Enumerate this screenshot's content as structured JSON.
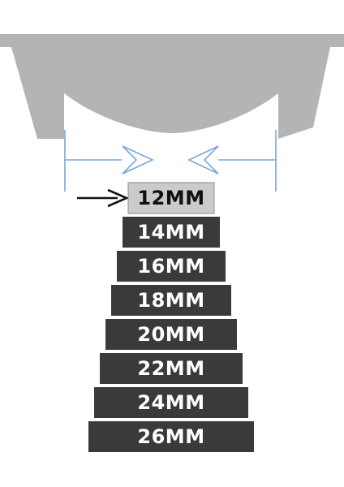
{
  "sizes": [
    {
      "label": "12MM",
      "selected": true
    },
    {
      "label": "14MM",
      "selected": false
    },
    {
      "label": "16MM",
      "selected": false
    },
    {
      "label": "18MM",
      "selected": false
    },
    {
      "label": "20MM",
      "selected": false
    },
    {
      "label": "22MM",
      "selected": false
    },
    {
      "label": "24MM",
      "selected": false
    },
    {
      "label": "26MM",
      "selected": false
    }
  ],
  "colors": {
    "watch_case": "#b4b4b4",
    "bar_dark": "#3a3a3c",
    "bar_selected": "#cbcbcb",
    "bar_selected_border": "#8a8a8a",
    "measure_lines": "#7aa6d6",
    "pointer_arrow": "#111111"
  },
  "icons": {
    "case": "watch-case-lug-shape",
    "measure": "double-inward-arrow-icon",
    "pointer": "right-arrow-icon"
  }
}
